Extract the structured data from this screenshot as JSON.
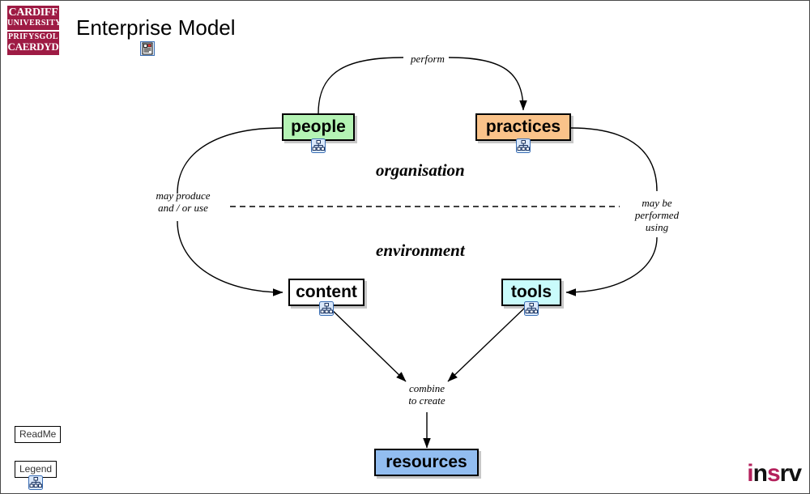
{
  "page": {
    "title": "Enterprise Model",
    "title_icon": "document-icon"
  },
  "branding": {
    "cardiff": {
      "line1": "CARDIFF",
      "line2": "UNIVERSITY",
      "line3": "PRIFYSGOL",
      "line4": "CAERDYD",
      "color": "#9e1b44"
    },
    "insrv": {
      "part1": "i",
      "part2": "n",
      "part3": "s",
      "part4": "rv",
      "accent_color": "#b4215c",
      "text_color": "#111111"
    }
  },
  "diagram": {
    "type": "concept-map",
    "regions": [
      {
        "id": "organisation",
        "label": "organisation"
      },
      {
        "id": "environment",
        "label": "environment"
      }
    ],
    "divider": {
      "style": "dashed"
    },
    "nodes": [
      {
        "id": "people",
        "label": "people",
        "color": "#b4f3b4",
        "icon": "hierarchy-icon",
        "region": "organisation"
      },
      {
        "id": "practices",
        "label": "practices",
        "color": "#fac38a",
        "icon": "hierarchy-icon",
        "region": "organisation"
      },
      {
        "id": "content",
        "label": "content",
        "color": "#ffffff",
        "icon": "hierarchy-icon",
        "region": "environment"
      },
      {
        "id": "tools",
        "label": "tools",
        "color": "#c9fbfb",
        "icon": "hierarchy-icon",
        "region": "environment"
      },
      {
        "id": "resources",
        "label": "resources",
        "color": "#92bdf0",
        "icon": "",
        "region": "environment"
      }
    ],
    "edges": [
      {
        "from": "people",
        "to": "practices",
        "label": "perform"
      },
      {
        "from": "people",
        "to": "content",
        "label_line1": "may produce",
        "label_line2": "and / or use"
      },
      {
        "from": "practices",
        "to": "tools",
        "label_line1": "may be",
        "label_line2": "performed",
        "label_line3": "using"
      },
      {
        "from": "content",
        "to": "resources",
        "label_line1": "combine",
        "label_line2": "to create"
      },
      {
        "from": "tools",
        "to": "resources",
        "label_line1": "combine",
        "label_line2": "to create"
      }
    ],
    "edge_labels": {
      "perform": "perform",
      "may_produce": "may produce",
      "and_or_use": "and / or use",
      "may_be": "may be",
      "performed": "performed",
      "using": "using",
      "combine": "combine",
      "to_create": "to create"
    }
  },
  "buttons": [
    {
      "id": "readme",
      "label": "ReadMe",
      "icon": ""
    },
    {
      "id": "legend",
      "label": "Legend",
      "icon": "hierarchy-icon"
    }
  ]
}
